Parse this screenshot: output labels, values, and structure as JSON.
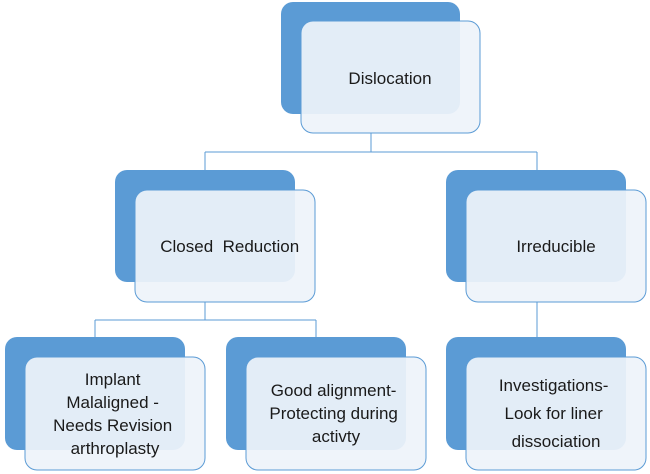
{
  "diagram": {
    "nodes": {
      "root": {
        "lines": [
          "Dislocation"
        ]
      },
      "closed_reduction": {
        "lines": [
          "Closed  Reduction"
        ]
      },
      "irreducible": {
        "lines": [
          "Irreducible"
        ]
      },
      "implant_malaligned": {
        "lines": [
          "Implant",
          "Malaligned -",
          "Needs Revision",
          "arthroplasty"
        ]
      },
      "good_alignment": {
        "lines": [
          "Good alignment-",
          "Protecting during",
          "activty"
        ]
      },
      "investigations": {
        "lines": [
          "Investigations-",
          "Look for liner",
          "dissociation"
        ]
      }
    },
    "edges": [
      {
        "from": "root",
        "to": "closed_reduction"
      },
      {
        "from": "root",
        "to": "irreducible"
      },
      {
        "from": "closed_reduction",
        "to": "implant_malaligned"
      },
      {
        "from": "closed_reduction",
        "to": "good_alignment"
      },
      {
        "from": "irreducible",
        "to": "investigations"
      }
    ]
  }
}
